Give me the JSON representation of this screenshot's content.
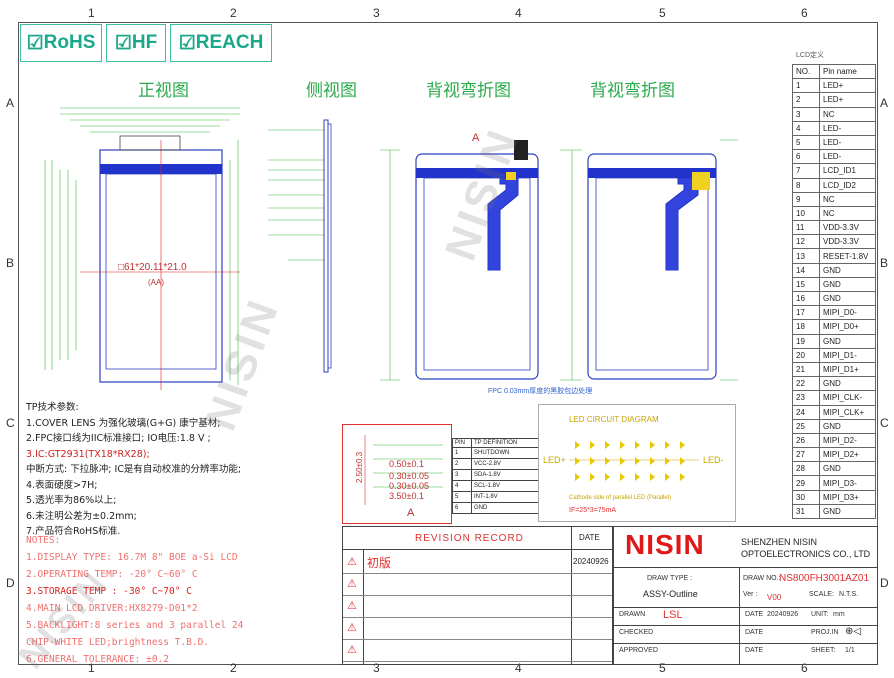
{
  "grid": {
    "top": [
      "1",
      "2",
      "3",
      "4",
      "5",
      "6"
    ],
    "side": [
      "A",
      "B",
      "C",
      "D"
    ]
  },
  "certs": [
    "RoHS",
    "HF",
    "REACH"
  ],
  "views": {
    "front": "正视图",
    "side": "侧视图",
    "back1": "背视弯折图",
    "back2": "背视弯折图"
  },
  "drawing": {
    "front_center_label": "□61*20.11*21.0",
    "front_aa_label": "(AA)",
    "marker_a": "A",
    "back_note": "FPC 0.03mm厚度的黑胶包边处理",
    "detail_dims": [
      "0.50±0.1",
      "0.30±0.05",
      "0.30±0.05",
      "3.50±0.1"
    ],
    "detail_vertical": "2.50±0.3",
    "detail_letter": "A",
    "led_circuit_title": "LED CIRCUIT DIAGRAM",
    "led_plus": "LED+",
    "led_minus": "LED-",
    "led_note1": "Cathode side of parallel LED (Parallel)",
    "led_note2": "IF=25*3=75mA"
  },
  "tp_pin_table": {
    "header": [
      "PIN",
      "TP DEFINITION"
    ],
    "rows": [
      [
        "1",
        "SHUTDOWN"
      ],
      [
        "2",
        "VCC-2.8V"
      ],
      [
        "3",
        "SDA-1.8V"
      ],
      [
        "4",
        "SCL-1.8V"
      ],
      [
        "5",
        "INT-1.8V"
      ],
      [
        "6",
        "GND"
      ]
    ]
  },
  "tp_notes": {
    "title": "TP技术参数:",
    "lines": [
      {
        "text": "1.COVER LENS 为强化玻璃(G+G) 康宁基材;",
        "red": false
      },
      {
        "text": "2.FPC接口线为IIC标准接口; IO电压:1.8 V ;",
        "red": false
      },
      {
        "text": "3.IC:GT2931(TX18*RX28);",
        "red": true
      },
      {
        "text": "  中断方式: 下拉脉冲; IC是有自动校准的分辨率功能;",
        "red": false
      },
      {
        "text": "4.表面硬度>7H;",
        "red": false
      },
      {
        "text": "5.透光率为86%以上;",
        "red": false
      },
      {
        "text": "6.未注明公差为±0.2mm;",
        "red": false
      },
      {
        "text": "7.产品符合RoHS标准.",
        "red": false
      }
    ]
  },
  "lcd_notes": {
    "title": "NOTES:",
    "lines": [
      "1.DISPLAY TYPE: 16.7M 8\" BOE a-Si LCD",
      "2.OPERATING TEMP: -20° C~60° C",
      "3.STORAGE TEMP : -30° C~70° C",
      "4.MAIN LCD DRIVER:HX8279-D01*2",
      "5.BACKLIGHT:8 series and 3 parallel 24",
      "CHIP-WHITE LED;brightness T.B.D.",
      "6.GENERAL TOLERANCE: ±0.2"
    ]
  },
  "pin_table": {
    "caption": "LCD定义",
    "header": [
      "NO.",
      "Pin name"
    ],
    "rows": [
      [
        "1",
        "LED+"
      ],
      [
        "2",
        "LED+"
      ],
      [
        "3",
        "NC"
      ],
      [
        "4",
        "LED-"
      ],
      [
        "5",
        "LED-"
      ],
      [
        "6",
        "LED-"
      ],
      [
        "7",
        "LCD_ID1"
      ],
      [
        "8",
        "LCD_ID2"
      ],
      [
        "9",
        "NC"
      ],
      [
        "10",
        "NC"
      ],
      [
        "11",
        "VDD-3.3V"
      ],
      [
        "12",
        "VDD-3.3V"
      ],
      [
        "13",
        "RESET-1.8V"
      ],
      [
        "14",
        "GND"
      ],
      [
        "15",
        "GND"
      ],
      [
        "16",
        "GND"
      ],
      [
        "17",
        "MIPI_D0-"
      ],
      [
        "18",
        "MIPI_D0+"
      ],
      [
        "19",
        "GND"
      ],
      [
        "20",
        "MIPI_D1-"
      ],
      [
        "21",
        "MIPI_D1+"
      ],
      [
        "22",
        "GND"
      ],
      [
        "23",
        "MIPI_CLK-"
      ],
      [
        "24",
        "MIPI_CLK+"
      ],
      [
        "25",
        "GND"
      ],
      [
        "26",
        "MIPI_D2-"
      ],
      [
        "27",
        "MIPI_D2+"
      ],
      [
        "28",
        "GND"
      ],
      [
        "29",
        "MIPI_D3-"
      ],
      [
        "30",
        "MIPI_D3+"
      ],
      [
        "31",
        "GND"
      ]
    ]
  },
  "revision": {
    "title": "REVISION RECORD",
    "date_label": "DATE",
    "entries": [
      {
        "desc": "初版",
        "date": "20240926"
      },
      {
        "desc": "",
        "date": ""
      },
      {
        "desc": "",
        "date": ""
      },
      {
        "desc": "",
        "date": ""
      },
      {
        "desc": "",
        "date": ""
      }
    ]
  },
  "company": {
    "logo": "NISIN",
    "name_line1": "SHENZHEN NISIN",
    "name_line2": "OPTOELECTRONICS CO., LTD"
  },
  "title_block": {
    "draw_type_label": "DRAW TYPE :",
    "draw_type": "ASSY-Outline",
    "draw_no_label": "DRAW NO.:",
    "draw_no": "NS800FH3001AZ01",
    "ver_label": "Ver :",
    "ver": "V00",
    "scale_label": "SCALE:",
    "scale": "N.T.S.",
    "drawn_label": "DRAWN",
    "drawn": "LSL",
    "date_label": "DATE",
    "drawn_date": "20240926",
    "unit_label": "UNIT:",
    "unit": "mm",
    "checked_label": "CHECKED",
    "proj_label": "PROJ.IN",
    "approved_label": "APPROVED",
    "sheet_label": "SHEET:",
    "sheet": "1/1"
  },
  "watermark": "NISIN"
}
